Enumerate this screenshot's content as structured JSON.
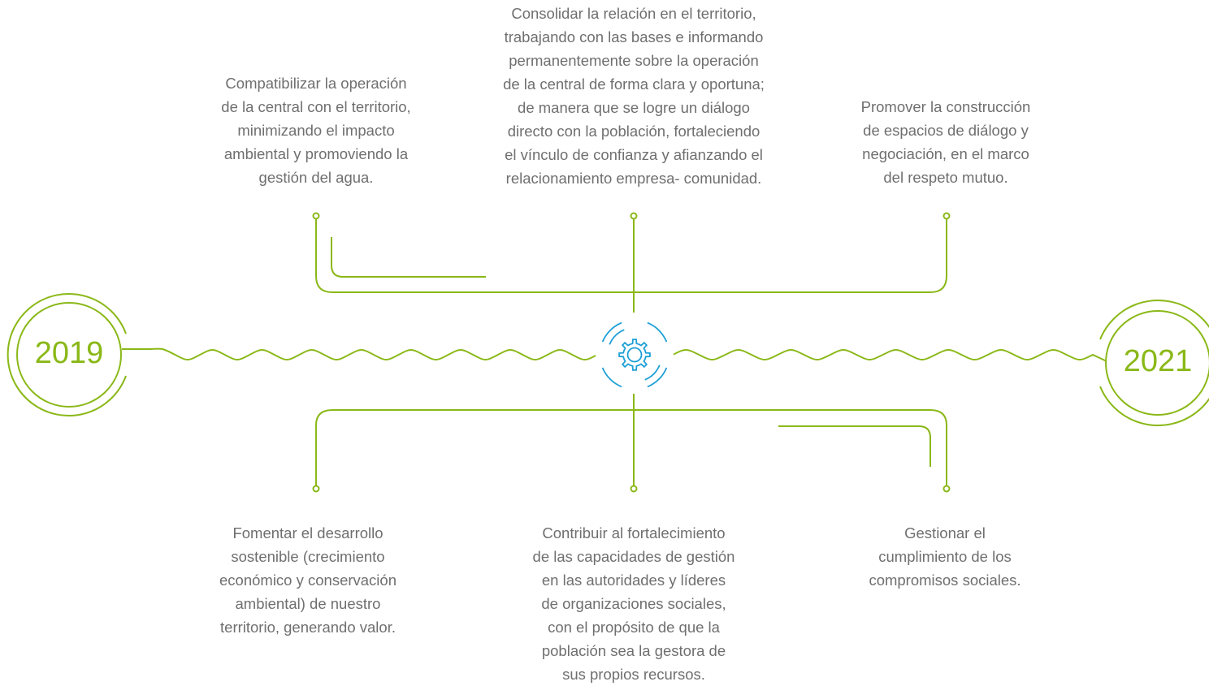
{
  "colors": {
    "accent_green": "#8ab817",
    "accent_blue": "#1e9fd6",
    "text_gray": "#6f6f6f"
  },
  "timeline": {
    "start_year": "2019",
    "end_year": "2021",
    "center_icon": "gear-icon"
  },
  "top": [
    {
      "text": "Compatibilizar la operación\nde la central con el territorio,\nminimizando el impacto\nambiental y promoviendo la\ngestión del agua."
    },
    {
      "text": "Consolidar la relación en el territorio,\ntrabajando con las bases e informando\npermanentemente sobre la operación\nde la central de forma clara y oportuna;\nde manera que se logre un diálogo\ndirecto con la población, fortaleciendo\nel vínculo de confianza y afianzando el\nrelacionamiento empresa- comunidad."
    },
    {
      "text": "Promover la construcción\nde espacios de diálogo y\nnegociación, en el marco\ndel respeto mutuo."
    }
  ],
  "bottom": [
    {
      "text": "Fomentar el desarrollo\nsostenible (crecimiento\neconómico y conservación\nambiental) de nuestro\nterritorio, generando valor."
    },
    {
      "text": "Contribuir al fortalecimiento\nde las capacidades de gestión\nen las autoridades y líderes\nde organizaciones sociales,\ncon el propósito de que la\npoblación sea la gestora de\nsus propios recursos."
    },
    {
      "text": "Gestionar el\ncumplimiento de los\ncompromisos sociales."
    }
  ]
}
